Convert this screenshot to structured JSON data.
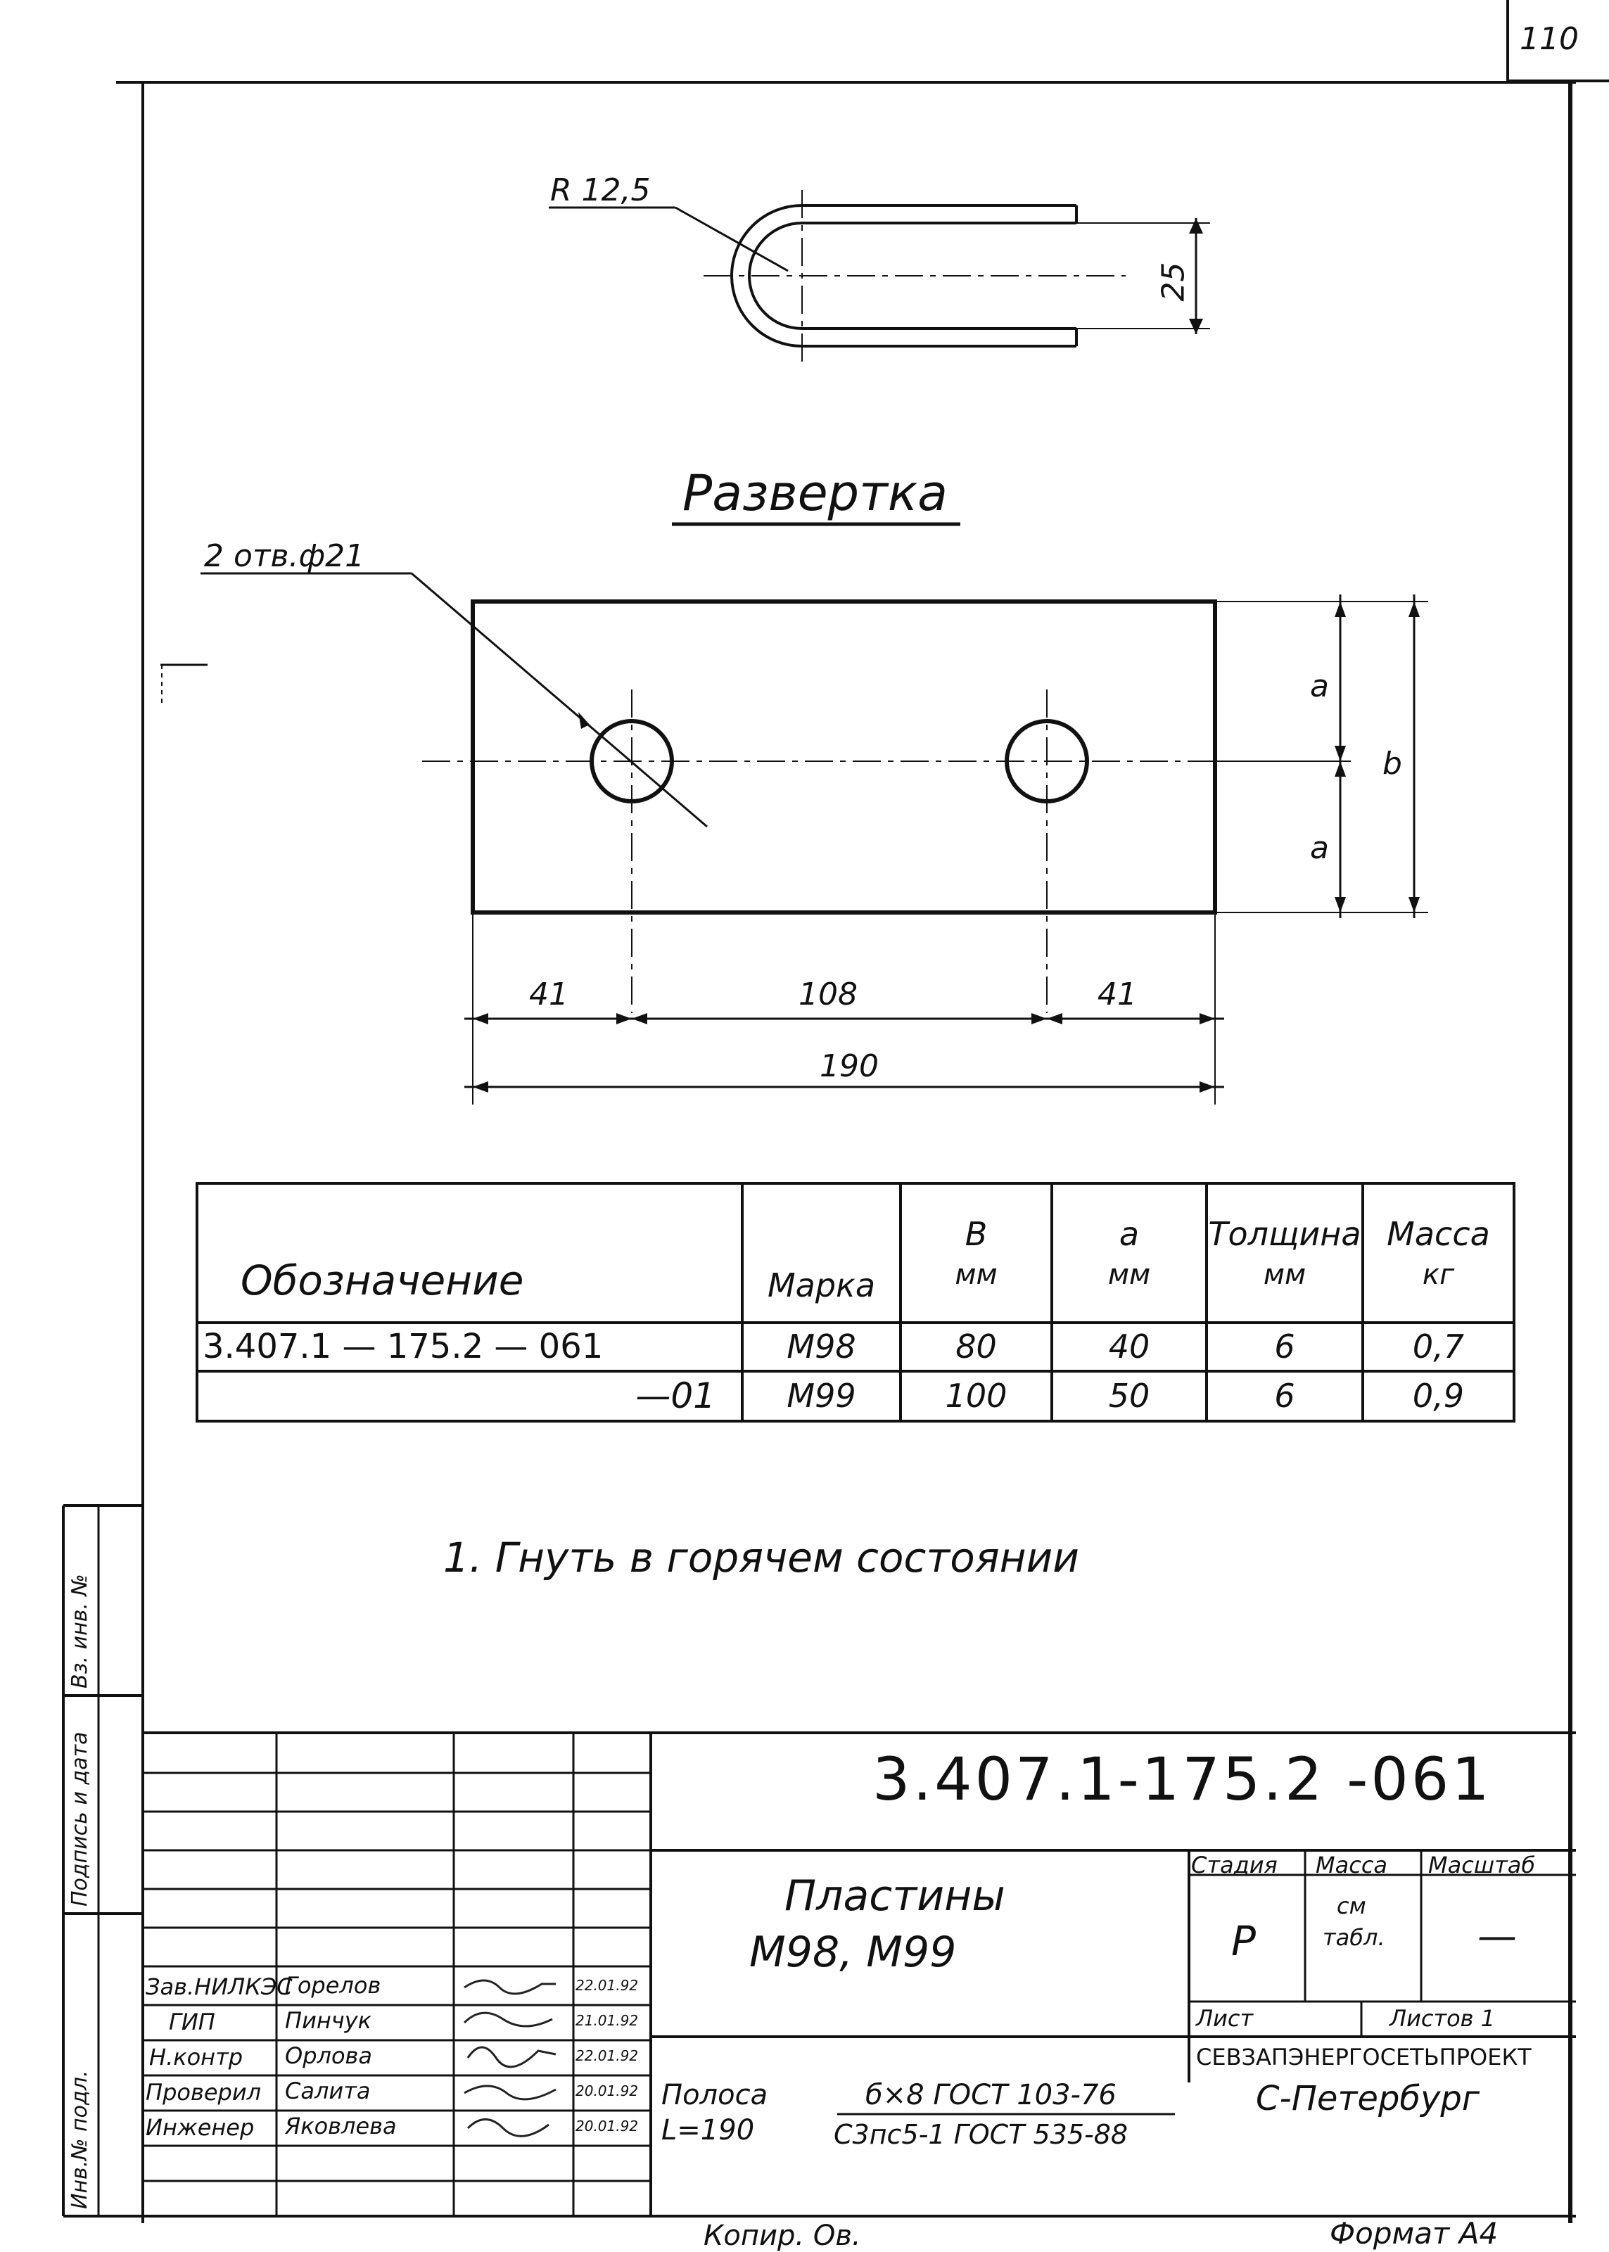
{
  "sheet_number": "110",
  "top_view": {
    "radius_label": "R 12,5",
    "height_label": "25"
  },
  "development": {
    "title": "Развертка",
    "holes_label": "2 отв.ф21",
    "dim_a_top": "a",
    "dim_a_bottom": "a",
    "dim_b": "b",
    "dim_left": "41",
    "dim_middle": "108",
    "dim_right": "41",
    "dim_total": "190"
  },
  "spec_table": {
    "headers": {
      "designation": "Обозначение",
      "mark": "Марка",
      "b": "В",
      "b_unit": "мм",
      "a": "a",
      "a_unit": "мм",
      "thickness": "Толщина",
      "thickness_unit": "мм",
      "mass": "Масса",
      "mass_unit": "кг"
    },
    "rows": [
      {
        "designation": "3.407.1 — 175.2 — 061",
        "mark": "М98",
        "b": "80",
        "a": "40",
        "thickness": "6",
        "mass": "0,7"
      },
      {
        "designation": "—01",
        "mark": "М99",
        "b": "100",
        "a": "50",
        "thickness": "6",
        "mass": "0,9"
      }
    ]
  },
  "note": "1. Гнуть в горячем состоянии",
  "title_block": {
    "code": "3.407.1-175.2 -061",
    "name_line1": "Пластины",
    "name_line2": "М98, М99",
    "stage_label": "Стадия",
    "mass_label": "Масса",
    "scale_label": "Масштаб",
    "stage_value": "Р",
    "mass_value_1": "см",
    "mass_value_2": "табл.",
    "scale_value": "—",
    "sheet_label": "Лист",
    "sheets_label": "Листов 1",
    "org_line1": "СЕВЗАПЭНЕРГОСЕТЬПРОЕКТ",
    "org_line2": "С-Петербург",
    "material_left_1": "Полоса",
    "material_left_2": "L=190",
    "material_top": "б×8 ГОСТ 103-76",
    "material_bottom": "С3пс5-1 ГОСТ 535-88",
    "roles": [
      {
        "role": "Зав.НИЛКЭС",
        "name": "Горелов",
        "date": "22.01.92"
      },
      {
        "role": "ГИП",
        "name": "Пинчук",
        "date": "21.01.92"
      },
      {
        "role": "Н.контр",
        "name": "Орлова",
        "date": "22.01.92"
      },
      {
        "role": "Проверил",
        "name": "Салита",
        "date": "20.01.92"
      },
      {
        "role": "Инженер",
        "name": "Яковлева",
        "date": "20.01.92"
      }
    ]
  },
  "bottom": {
    "copied": "Копир. Ов.",
    "format": "Формат А4"
  },
  "side_stamp": {
    "inv_orig": "Инв.№ подл.",
    "sign_date": "Подпись и дата",
    "inv_dup": "Вз. инв. №"
  }
}
